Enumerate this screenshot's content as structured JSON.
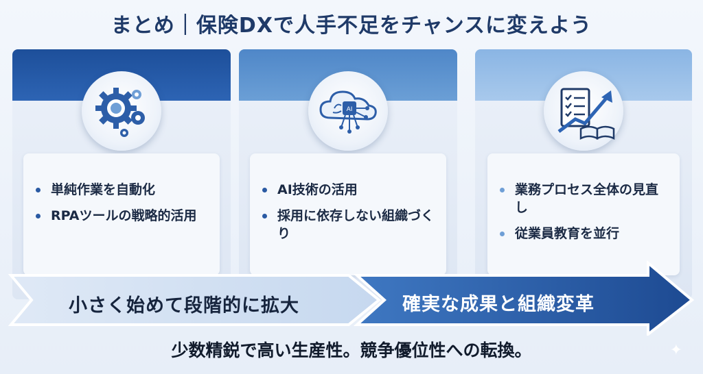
{
  "title": "まとめ｜保険DXで人手不足をチャンスに変えよう",
  "columns": [
    {
      "icon": "gears-icon",
      "items": [
        "単純作業を自動化",
        "RPAツールの戦略的活用"
      ]
    },
    {
      "icon": "ai-cloud-icon",
      "items": [
        "AI技術の活用",
        "採用に依存しない組織づくり"
      ]
    },
    {
      "icon": "checklist-growth-icon",
      "items": [
        "業務プロセス全体の見直し",
        "従業員教育を並行"
      ]
    }
  ],
  "arrow": {
    "left_label": "小さく始めて段階的に拡大",
    "right_label": "確実な成果と組織変革"
  },
  "bottom_text": "少数精鋭で高い生産性。競争優位性への転換。",
  "colors": {
    "navy": "#1d4f9a",
    "mid": "#4f87c8",
    "light": "#8ab5e4"
  }
}
